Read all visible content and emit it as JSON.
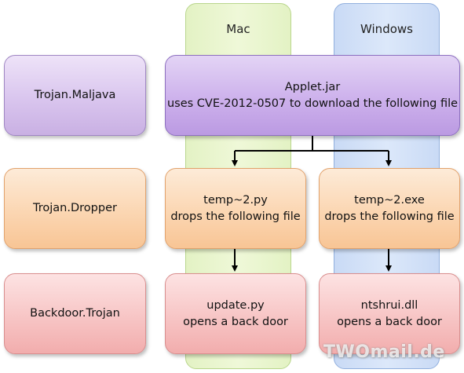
{
  "columns": {
    "mac": "Mac",
    "windows": "Windows"
  },
  "rows": {
    "maljava": "Trojan.Maljava",
    "dropper": "Trojan.Dropper",
    "backdoor": "Backdoor.Trojan"
  },
  "boxes": {
    "applet": {
      "line1": "Applet.jar",
      "line2": "uses CVE-2012-0507 to download the following file"
    },
    "temp_py": {
      "line1": "temp~2.py",
      "line2": "drops the following file"
    },
    "temp_exe": {
      "line1": "temp~2.exe",
      "line2": "drops the following file"
    },
    "update_py": {
      "line1": "update.py",
      "line2": "opens a back door"
    },
    "ntshrui": {
      "line1": "ntshrui.dll",
      "line2": "opens a back door"
    }
  },
  "watermark": "TWOmail.de",
  "colors": {
    "mac_band": "#e3f2c4",
    "windows_band": "#c9daf5",
    "purple": "#d9c5ee",
    "orange": "#fbd6b2",
    "red": "#f7c5c5",
    "arrow": "#000000"
  }
}
